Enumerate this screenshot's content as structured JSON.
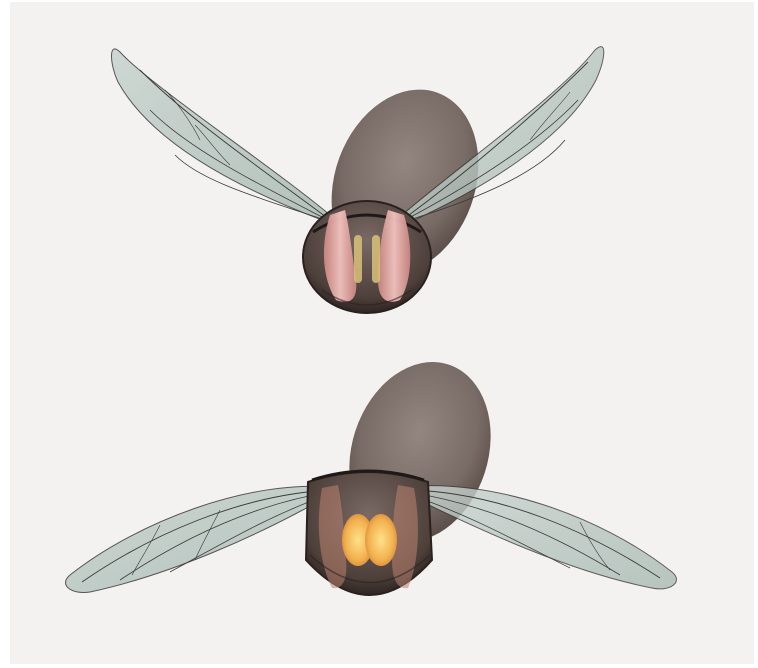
{
  "colors": {
    "page_background": "#f3f2f1",
    "abdomen": "#6e5f59",
    "thorax_shell": "#5a4a45",
    "flight_muscle_relaxed": "#e3a9a6",
    "flight_muscle_contracted": "#f2b24f",
    "wing_membrane": "#b9c7c1",
    "wing_vein": "#3b3a38"
  },
  "panels": [
    {
      "id": "upstroke",
      "wing_position": "raised",
      "muscle_state": "dorsoventral-muscles-pink"
    },
    {
      "id": "downstroke",
      "wing_position": "lowered",
      "muscle_state": "longitudinal-muscles-orange"
    }
  ]
}
